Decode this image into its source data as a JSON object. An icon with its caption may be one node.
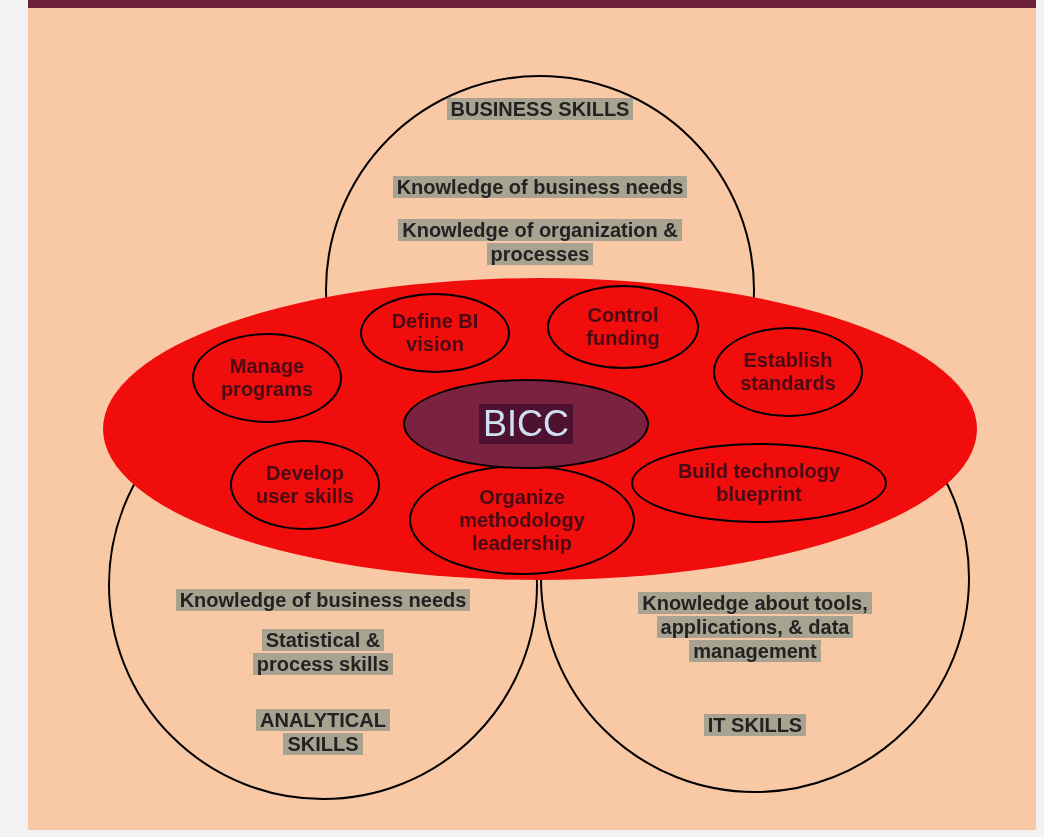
{
  "diagram": {
    "nodes": [
      {
        "text": [
          "BUSINESS SKILLS",
          "Knowledge of business needs",
          "Knowledge of organization & processes"
        ]
      },
      {
        "text": [],
        "shape": "ellipse"
      },
      {
        "text": [
          "Define BI vision"
        ]
      },
      {
        "text": [
          "Control funding"
        ]
      },
      {
        "text": [
          "Manage programs"
        ],
        "in": 1
      },
      {
        "text": [
          "Establish standards"
        ],
        "in": 1
      },
      {
        "text": [
          "BICC"
        ]
      },
      {
        "text": [
          "Develop user skills"
        ]
      },
      {
        "text": [
          "Build technology blueprint"
        ]
      },
      {
        "text": [
          "Organize methodology leadership"
        ],
        "in": 1
      },
      {
        "text": [
          "Knowledge of business needs",
          "Statistical & process skills",
          "ANALYTICAL SKILLS"
        ]
      },
      {
        "text": [
          "Knowledge about tools, applications, & data management",
          "IT SKILLS"
        ]
      }
    ]
  }
}
